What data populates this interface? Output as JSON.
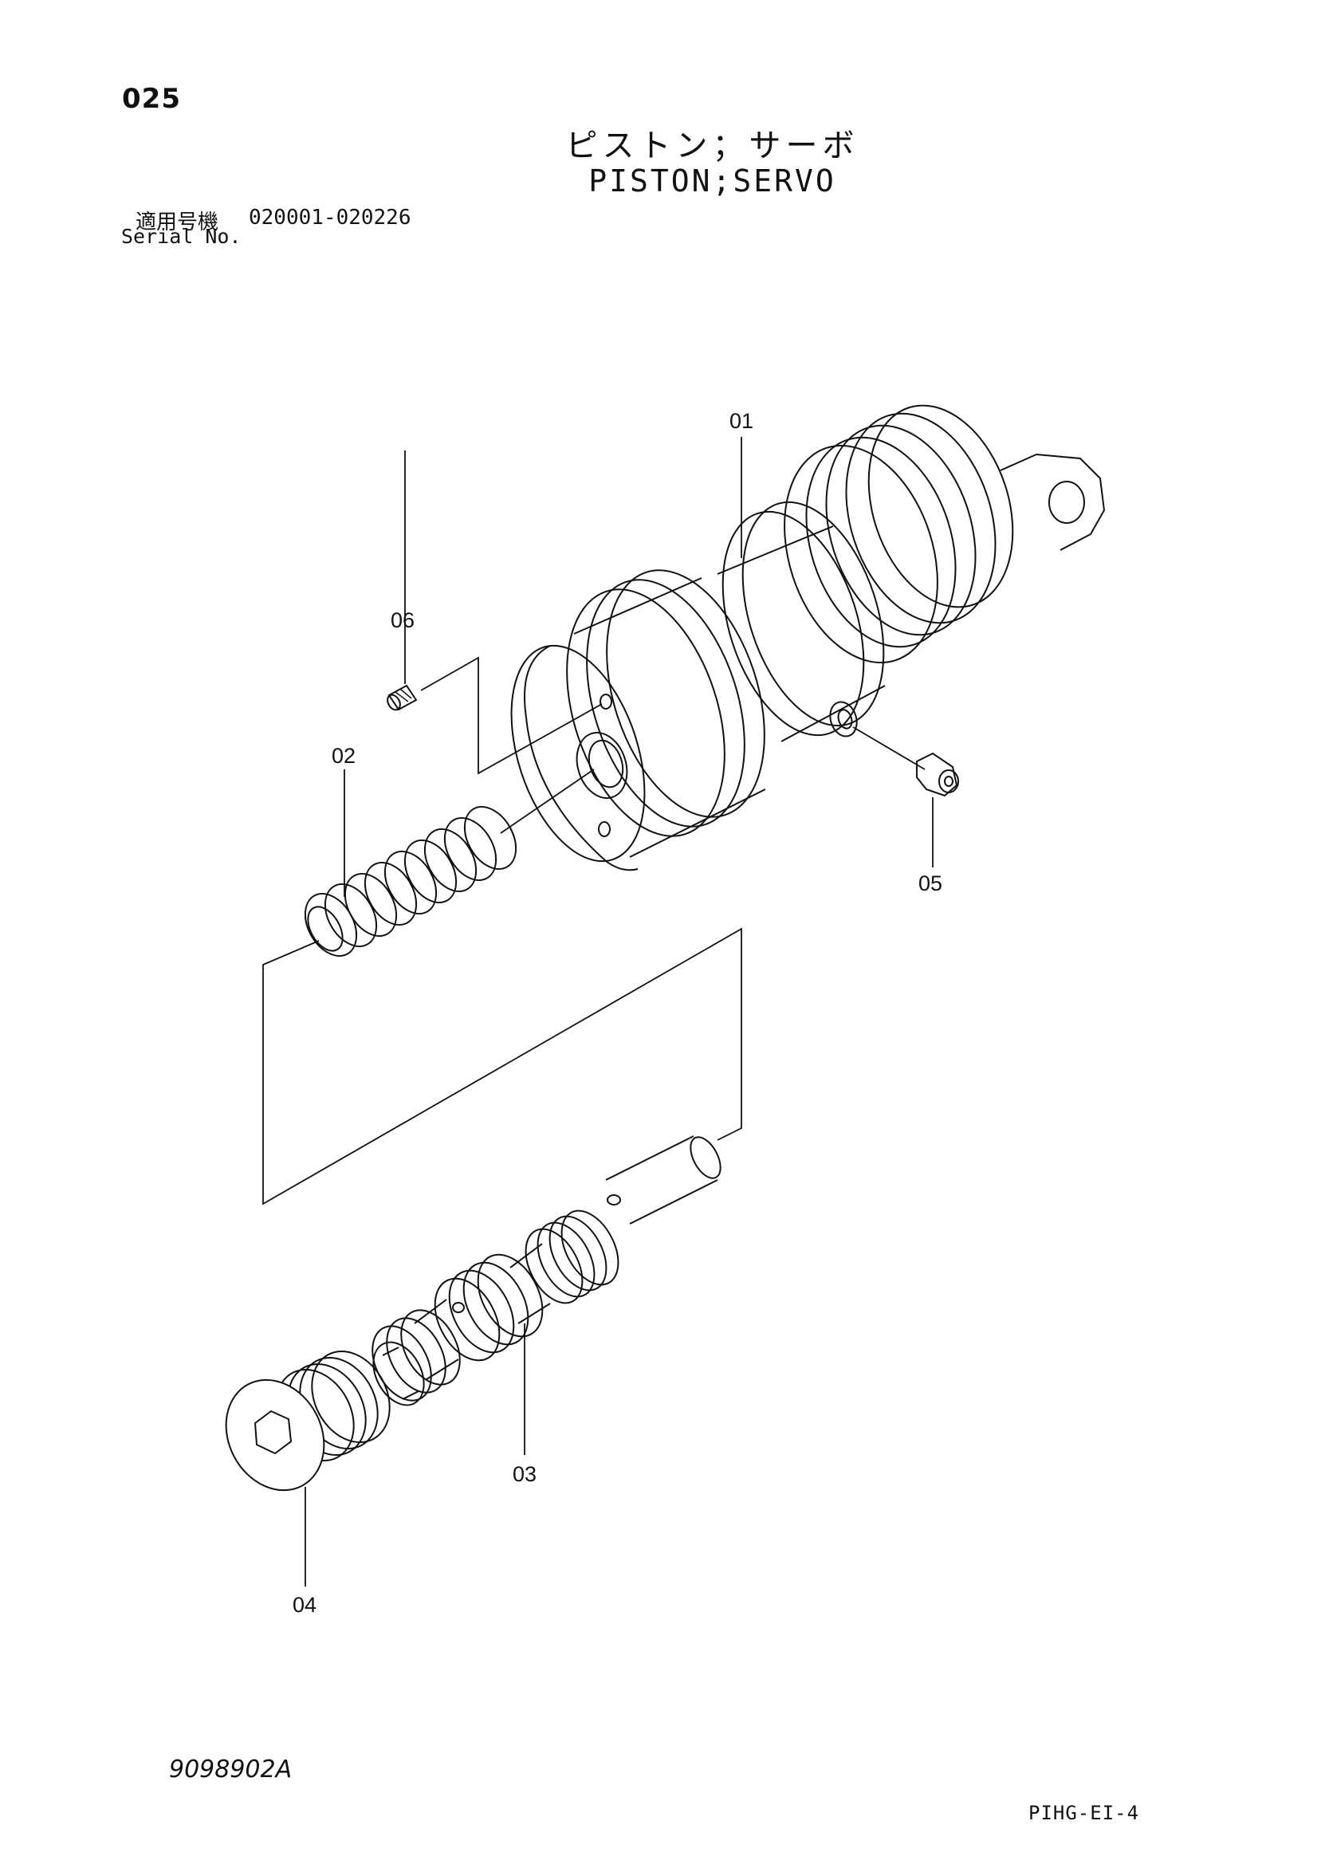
{
  "header": {
    "page_number": "025",
    "title_jp": "ピストン；サーボ",
    "title_en": "PISTON;SERVO",
    "serial_label_jp": "適用号機",
    "serial_range": "020001-020226",
    "serial_label_en": "Serial No."
  },
  "callouts": {
    "c01": "01",
    "c02": "02",
    "c03": "03",
    "c04": "04",
    "c05": "05",
    "c06": "06"
  },
  "footer": {
    "drawing_id": "9098902A",
    "sheet_id": "PIHG-EI-4"
  }
}
